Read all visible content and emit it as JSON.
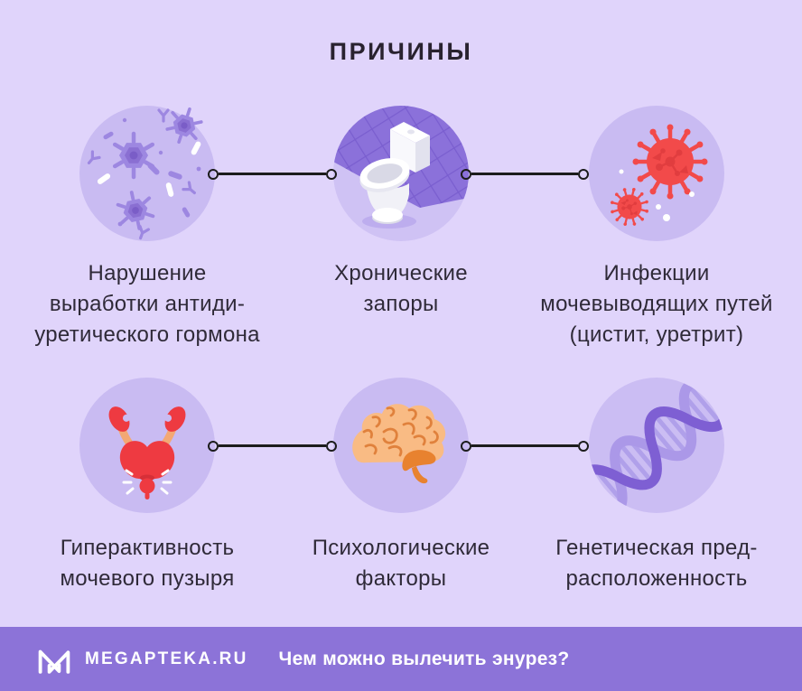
{
  "page": {
    "title": "ПРИЧИНЫ",
    "background": "#e0d4fb",
    "text_color": "#2f2a38"
  },
  "causes": [
    {
      "icon": "microbes-icon",
      "label": "Нарушение\nвыработки антиди-\nуретического гормона"
    },
    {
      "icon": "toilet-icon",
      "label": "Хронические\nзапоры"
    },
    {
      "icon": "viruses-icon",
      "label": "Инфекции\nмочевыводящих путей\n(цистит, уретрит)"
    },
    {
      "icon": "bladder-kidneys-icon",
      "label": "Гиперактивность\nмочевого пузыря"
    },
    {
      "icon": "brain-icon",
      "label": "Психологические\nфакторы"
    },
    {
      "icon": "dna-icon",
      "label": "Генетическая пред-\nрасположенность"
    }
  ],
  "footer": {
    "brand": "MEGAPTEKA.RU",
    "question": "Чем можно вылечить энурез?",
    "background": "#8c73d8",
    "text_color": "#ffffff"
  },
  "colors": {
    "icon_circle": "#c9bbf2",
    "connector": "#1c1c1c",
    "microbe_purple": "#9d87e1",
    "microbe_dark_purple": "#8a6fd2",
    "tile_wall": "#8b71da",
    "toilet_white": "#ffffff",
    "virus_red": "#f24a4a",
    "virus_dark_red": "#e13d3f",
    "bladder_red": "#ee3a41",
    "ureter_orange": "#f3a874",
    "brain_orange": "#f9bb84",
    "brain_dark_orange": "#e8822f",
    "dna_dark": "#7e5fd3",
    "dna_light": "#ab98e8"
  }
}
